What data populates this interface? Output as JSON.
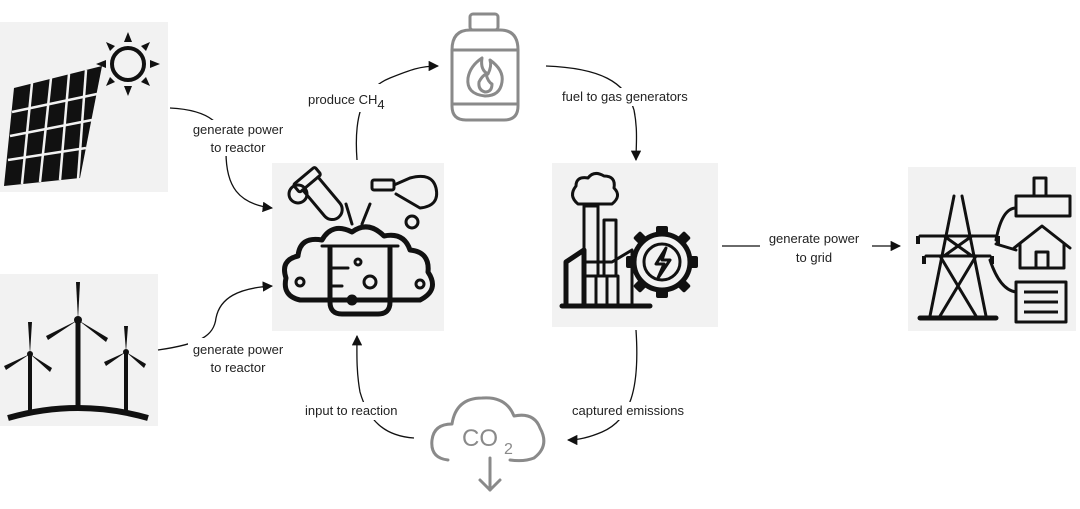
{
  "nodes": {
    "solar": {
      "icon": "solar-panel-icon"
    },
    "wind": {
      "icon": "wind-turbine-icon"
    },
    "reactor": {
      "icon": "chemical-reactor-icon"
    },
    "gas_tank": {
      "icon": "gas-cylinder-icon"
    },
    "generator": {
      "icon": "power-plant-icon"
    },
    "grid": {
      "icon": "power-grid-icon"
    },
    "co2": {
      "icon": "co2-cloud-icon",
      "symbol": "CO",
      "subscript": "2"
    }
  },
  "edges": {
    "solar_to_reactor": {
      "line1": "generate power",
      "line2": "to reactor"
    },
    "wind_to_reactor": {
      "line1": "generate power",
      "line2": "to reactor"
    },
    "reactor_to_gas": {
      "prefix": "produce ",
      "formula": "CH",
      "subscript": "4"
    },
    "gas_to_generator": {
      "label": "fuel to gas generators"
    },
    "generator_to_grid": {
      "line1": "generate power",
      "line2": "to grid"
    },
    "generator_to_co2": {
      "label": "captured emissions"
    },
    "co2_to_reactor": {
      "label": "input to reaction"
    }
  },
  "colors": {
    "ink": "#111111",
    "grey_icon": "#8a8a8a",
    "panel": "#f2f2f2"
  }
}
